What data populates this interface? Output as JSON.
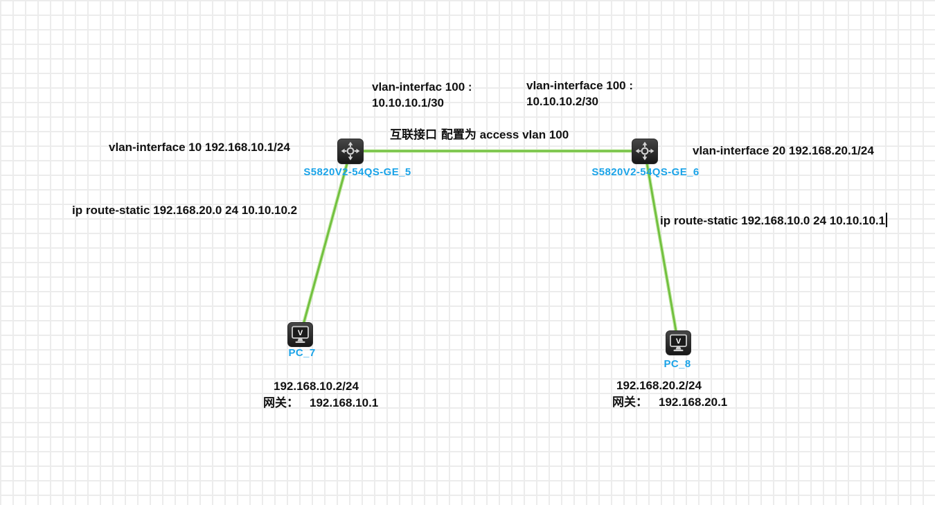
{
  "colors": {
    "link_green": "#6fbf3c",
    "node_label_blue": "#1aa3e8",
    "annotation_black": "#111111",
    "grid_line": "#ececec"
  },
  "nodes": {
    "switch5": {
      "type": "switch",
      "label": "S5820V2-54QS-GE_5"
    },
    "switch6": {
      "type": "switch",
      "label": "S5820V2-54QS-GE_6"
    },
    "pc7": {
      "type": "pc",
      "label": "PC_7"
    },
    "pc8": {
      "type": "pc",
      "label": "PC_8"
    }
  },
  "links": [
    {
      "from": "switch5",
      "to": "switch6"
    },
    {
      "from": "switch5",
      "to": "pc7"
    },
    {
      "from": "switch6",
      "to": "pc8"
    }
  ],
  "annotations": {
    "sw5_vlan100": {
      "line1": "vlan-interfac 100 :",
      "line2": "10.10.10.1/30"
    },
    "sw6_vlan100": {
      "line1": "vlan-interface 100 :",
      "line2": "10.10.10.2/30"
    },
    "link_note": {
      "cn": "互联接口 配置为",
      "en": "access vlan 100"
    },
    "sw5_vlan10": "vlan-interface 10 192.168.10.1/24",
    "sw6_vlan20": "vlan-interface 20 192.168.20.1/24",
    "sw5_route": "ip route-static 192.168.20.0 24 10.10.10.2",
    "sw6_route": "ip route-static 192.168.10.0 24 10.10.10.1",
    "pc7_info": {
      "ip": "192.168.10.2/24",
      "gw_label": "网关：",
      "gw": "192.168.10.1"
    },
    "pc8_info": {
      "ip": "192.168.20.2/24",
      "gw_label": "网关：",
      "gw": "192.168.20.1"
    }
  }
}
